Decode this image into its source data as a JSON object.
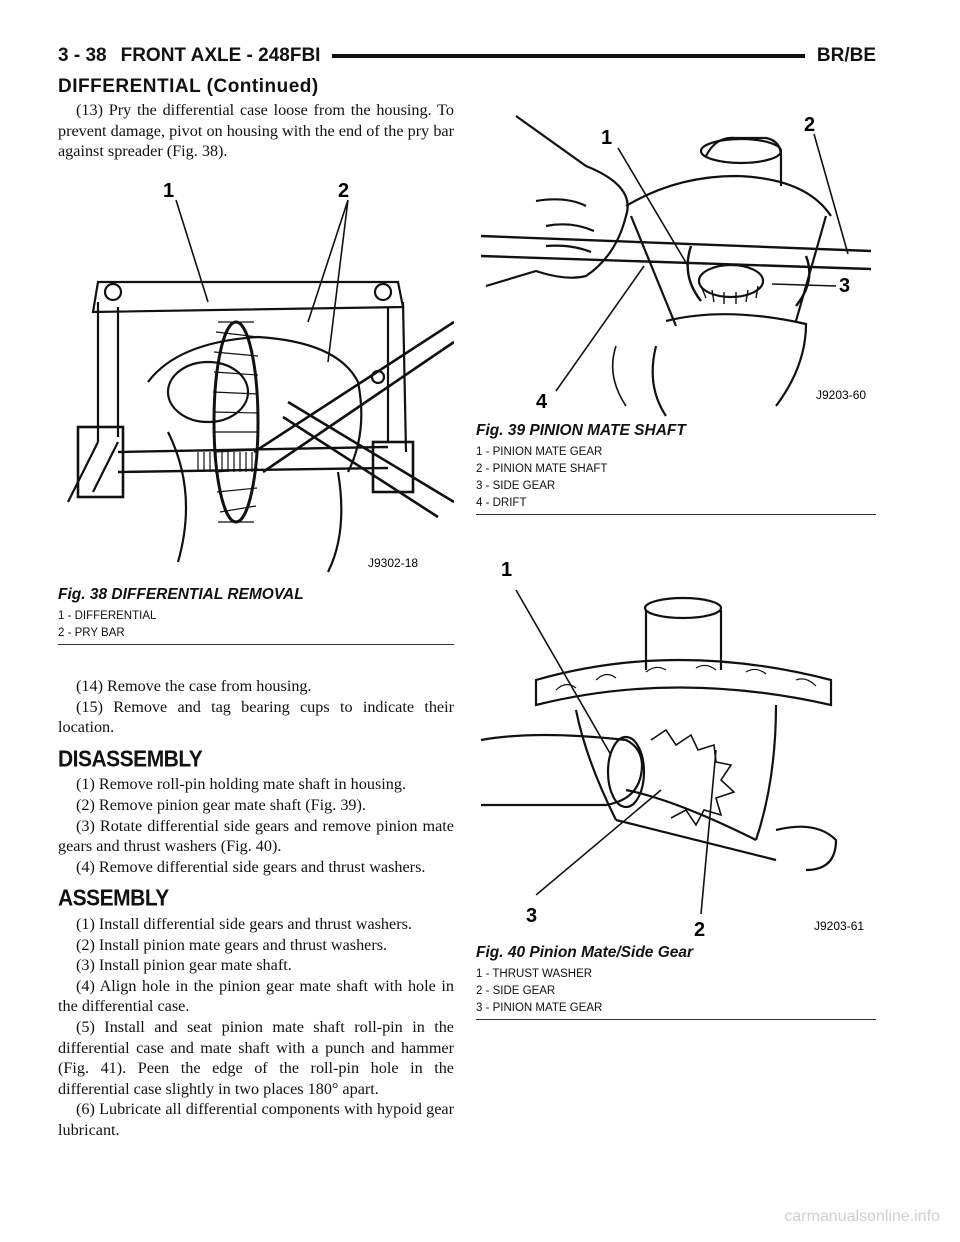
{
  "header": {
    "page_number": "3 - 38",
    "title": "FRONT AXLE - 248FBI",
    "model": "BR/BE"
  },
  "section_continued": "DIFFERENTIAL (Continued)",
  "left_column": {
    "intro_paragraph": "(13) Pry the differential case loose from the housing. To prevent damage, pivot on housing with the end of the pry bar against spreader (Fig. 38).",
    "after_fig_steps": [
      "(14) Remove the case from housing.",
      "(15) Remove and tag bearing cups to indicate their location."
    ],
    "disassembly": {
      "heading": "DISASSEMBLY",
      "steps": [
        "(1) Remove roll-pin holding mate shaft in housing.",
        "(2) Remove pinion gear mate shaft (Fig. 39).",
        "(3) Rotate differential side gears and remove pinion mate gears and thrust washers (Fig. 40).",
        "(4) Remove differential side gears and thrust washers."
      ]
    },
    "assembly": {
      "heading": "ASSEMBLY",
      "steps": [
        "(1) Install differential side gears and thrust washers.",
        "(2) Install pinion mate gears and thrust washers.",
        "(3) Install pinion gear mate shaft.",
        "(4) Align hole in the pinion gear mate shaft with hole in the differential case.",
        "(5) Install and seat pinion mate shaft roll-pin in the differential case and mate shaft with a punch and hammer (Fig. 41). Peen the edge of the roll-pin hole in the differential case slightly in two places 180° apart.",
        "(6) Lubricate all differential components with hypoid gear lubricant."
      ]
    }
  },
  "figures": {
    "fig38": {
      "caption": "Fig. 38 DIFFERENTIAL REMOVAL",
      "code": "J9302-18",
      "callouts": [
        "1",
        "2"
      ],
      "legend": [
        "1 - DIFFERENTIAL",
        "2 - PRY BAR"
      ]
    },
    "fig39": {
      "caption": "Fig. 39 PINION MATE SHAFT",
      "code": "J9203-60",
      "callouts": [
        "1",
        "2",
        "3",
        "4"
      ],
      "legend": [
        "1 - PINION MATE GEAR",
        "2 - PINION MATE SHAFT",
        "3 - SIDE GEAR",
        "4 - DRIFT"
      ]
    },
    "fig40": {
      "caption": "Fig. 40 Pinion Mate/Side Gear",
      "code": "J9203-61",
      "callouts": [
        "1",
        "2",
        "3"
      ],
      "legend": [
        "1 - THRUST WASHER",
        "2 - SIDE GEAR",
        "3 - PINION MATE GEAR"
      ]
    }
  },
  "watermark": "carmanualsonline.info"
}
